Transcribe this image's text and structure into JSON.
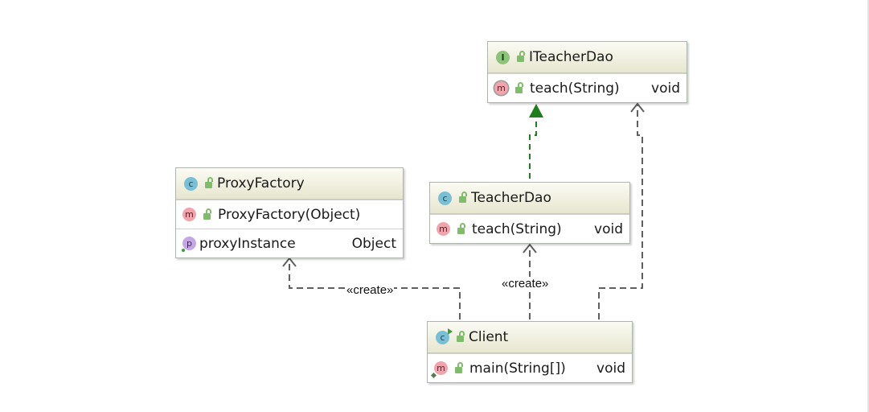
{
  "diagram": {
    "classes": {
      "iteacherdao": {
        "kind": "interface",
        "badge": "I",
        "name": "ITeacherDao",
        "members": [
          {
            "badge": "m",
            "name": "teach(String)",
            "type": "void"
          }
        ]
      },
      "teacherdao": {
        "kind": "class",
        "badge": "c",
        "name": "TeacherDao",
        "members": [
          {
            "badge": "m",
            "name": "teach(String)",
            "type": "void"
          }
        ]
      },
      "proxyfactory": {
        "kind": "class",
        "badge": "c",
        "name": "ProxyFactory",
        "constructors": [
          {
            "badge": "m",
            "name": "ProxyFactory(Object)"
          }
        ],
        "properties": [
          {
            "badge": "p",
            "name": "proxyInstance",
            "type": "Object"
          }
        ]
      },
      "client": {
        "kind": "class",
        "badge": "c",
        "name": "Client",
        "members": [
          {
            "badge": "m",
            "name": "main(String[])",
            "type": "void"
          }
        ]
      }
    },
    "relations": {
      "realization": {
        "from": "TeacherDao",
        "to": "ITeacherDao",
        "color": "#1e7d1e"
      },
      "create_proxyfactory": {
        "from": "Client",
        "to": "ProxyFactory",
        "label": "«create»"
      },
      "create_teacherdao": {
        "from": "Client",
        "to": "TeacherDao",
        "label": "«create»"
      },
      "dependency_interface": {
        "from": "Client",
        "to": "ITeacherDao"
      }
    },
    "colors": {
      "header_top": "#fbfbf4",
      "header_bottom": "#e7e6cf",
      "dependency_line": "#5f5f5f"
    }
  }
}
